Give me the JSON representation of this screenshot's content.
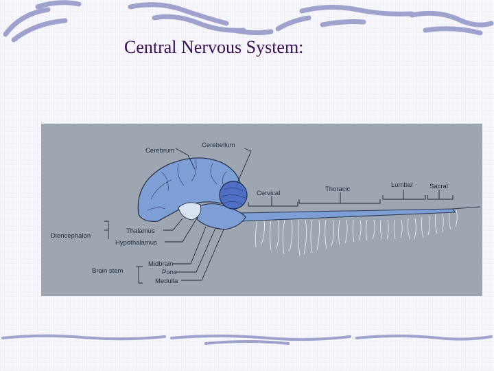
{
  "slide": {
    "title": "Central Nervous System:"
  },
  "diagram": {
    "labels": {
      "cerebrum": "Cerebrum",
      "cerebellum": "Cerebellum",
      "cervical": "Cervical",
      "thoracic": "Thoracic",
      "lumbar": "Lumbar",
      "sacral": "Sacral",
      "diencephalon": "Diencephalon",
      "thalamus": "Thalamus",
      "hypothalamus": "Hypothalamus",
      "brain_stem": "Brain stem",
      "midbrain": "Midbrain",
      "pons": "Pons",
      "medulla": "Medulla"
    },
    "colors": {
      "background": "#9ea6b2",
      "tissue": "#7e9fd6",
      "cerebellum": "#4f6fc4",
      "outline": "#2a3550"
    }
  }
}
